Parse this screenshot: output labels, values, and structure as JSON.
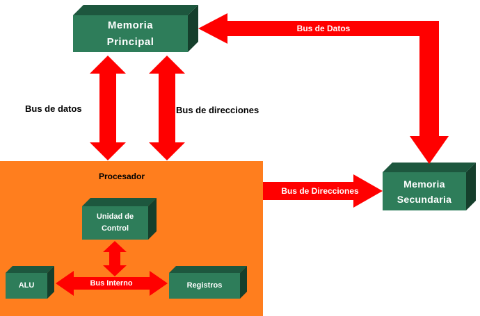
{
  "colors": {
    "box_front": "#2E7D5A",
    "box_top": "#1D573E",
    "box_side": "#153F2C",
    "processor_bg": "#FF7E1E",
    "arrow_red": "#FF0000",
    "label_dark": "#000000",
    "label_light": "#FFFFFF",
    "background": "#FFFFFF"
  },
  "boxes": {
    "memoria_principal": {
      "line1": "Memoria",
      "line2": "Principal"
    },
    "memoria_secundaria": {
      "line1": "Memoria",
      "line2": "Secundaria"
    },
    "unidad_control": {
      "line1": "Unidad de",
      "line2": "Control"
    },
    "alu": {
      "label": "ALU"
    },
    "registros": {
      "label": "Registros"
    },
    "procesador": {
      "label": "Procesador"
    }
  },
  "buses": {
    "bus_datos_top": "Bus de Datos",
    "bus_datos_left": "Bus de datos",
    "bus_direcciones_left": "Bus de direcciones",
    "bus_direcciones_right": "Bus de Direcciones",
    "bus_interno": "Bus Interno"
  }
}
